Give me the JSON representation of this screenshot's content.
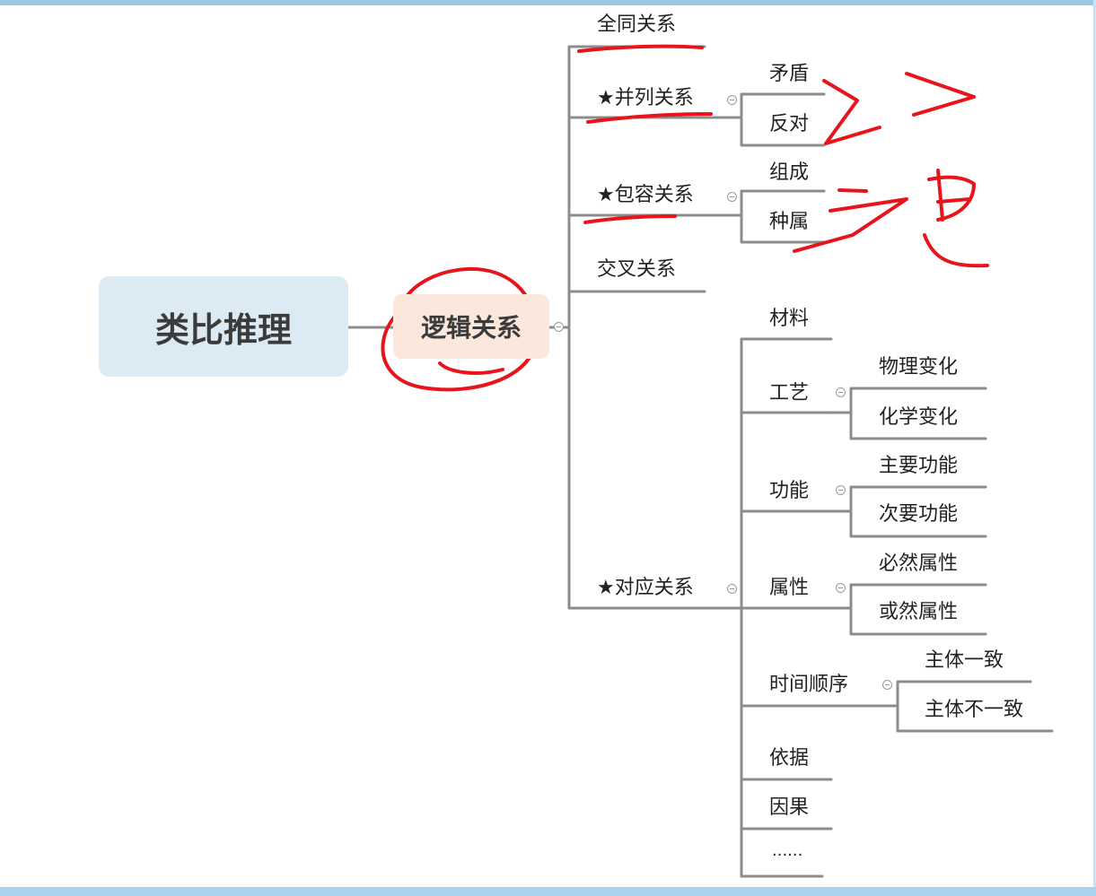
{
  "root": {
    "label": "类比推理"
  },
  "center": {
    "label": "逻辑关系"
  },
  "branches": [
    {
      "label": "全同关系"
    },
    {
      "label": "★并列关系",
      "children": [
        "矛盾",
        "反对"
      ]
    },
    {
      "label": "★包容关系",
      "children": [
        "组成",
        "种属"
      ]
    },
    {
      "label": "交叉关系"
    },
    {
      "label": "★对应关系",
      "children": [
        {
          "label": "材料"
        },
        {
          "label": "工艺",
          "children": [
            "物理变化",
            "化学变化"
          ]
        },
        {
          "label": "功能",
          "children": [
            "主要功能",
            "次要功能"
          ]
        },
        {
          "label": "属性",
          "children": [
            "必然属性",
            "或然属性"
          ]
        },
        {
          "label": "时间顺序",
          "children": [
            "主体一致",
            "主体不一致"
          ]
        },
        {
          "label": "依据"
        },
        {
          "label": "因果"
        },
        {
          "label": "......"
        }
      ]
    }
  ],
  "colors": {
    "line": "#8c8c8c",
    "annotation": "#e8141c",
    "root_bg": "#dceaf4",
    "center_bg": "#fbe7dc"
  }
}
